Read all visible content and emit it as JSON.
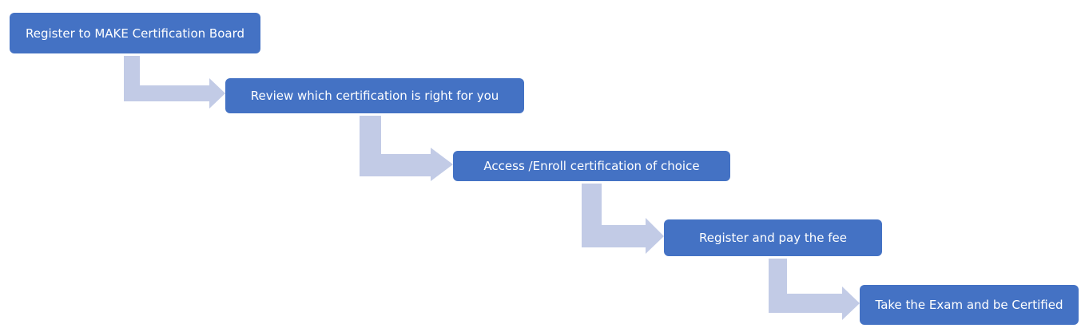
{
  "diagram": {
    "type": "process-flow",
    "colors": {
      "box_fill": "#4472c4",
      "box_text": "#ffffff",
      "arrow_fill": "#c2cbe6"
    },
    "steps": [
      {
        "label": "Register to MAKE Certification Board"
      },
      {
        "label": "Review which certification is right for you"
      },
      {
        "label": "Access /Enroll certification of choice"
      },
      {
        "label": "Register and pay the fee"
      },
      {
        "label": "Take the Exam and be Certified"
      }
    ]
  }
}
